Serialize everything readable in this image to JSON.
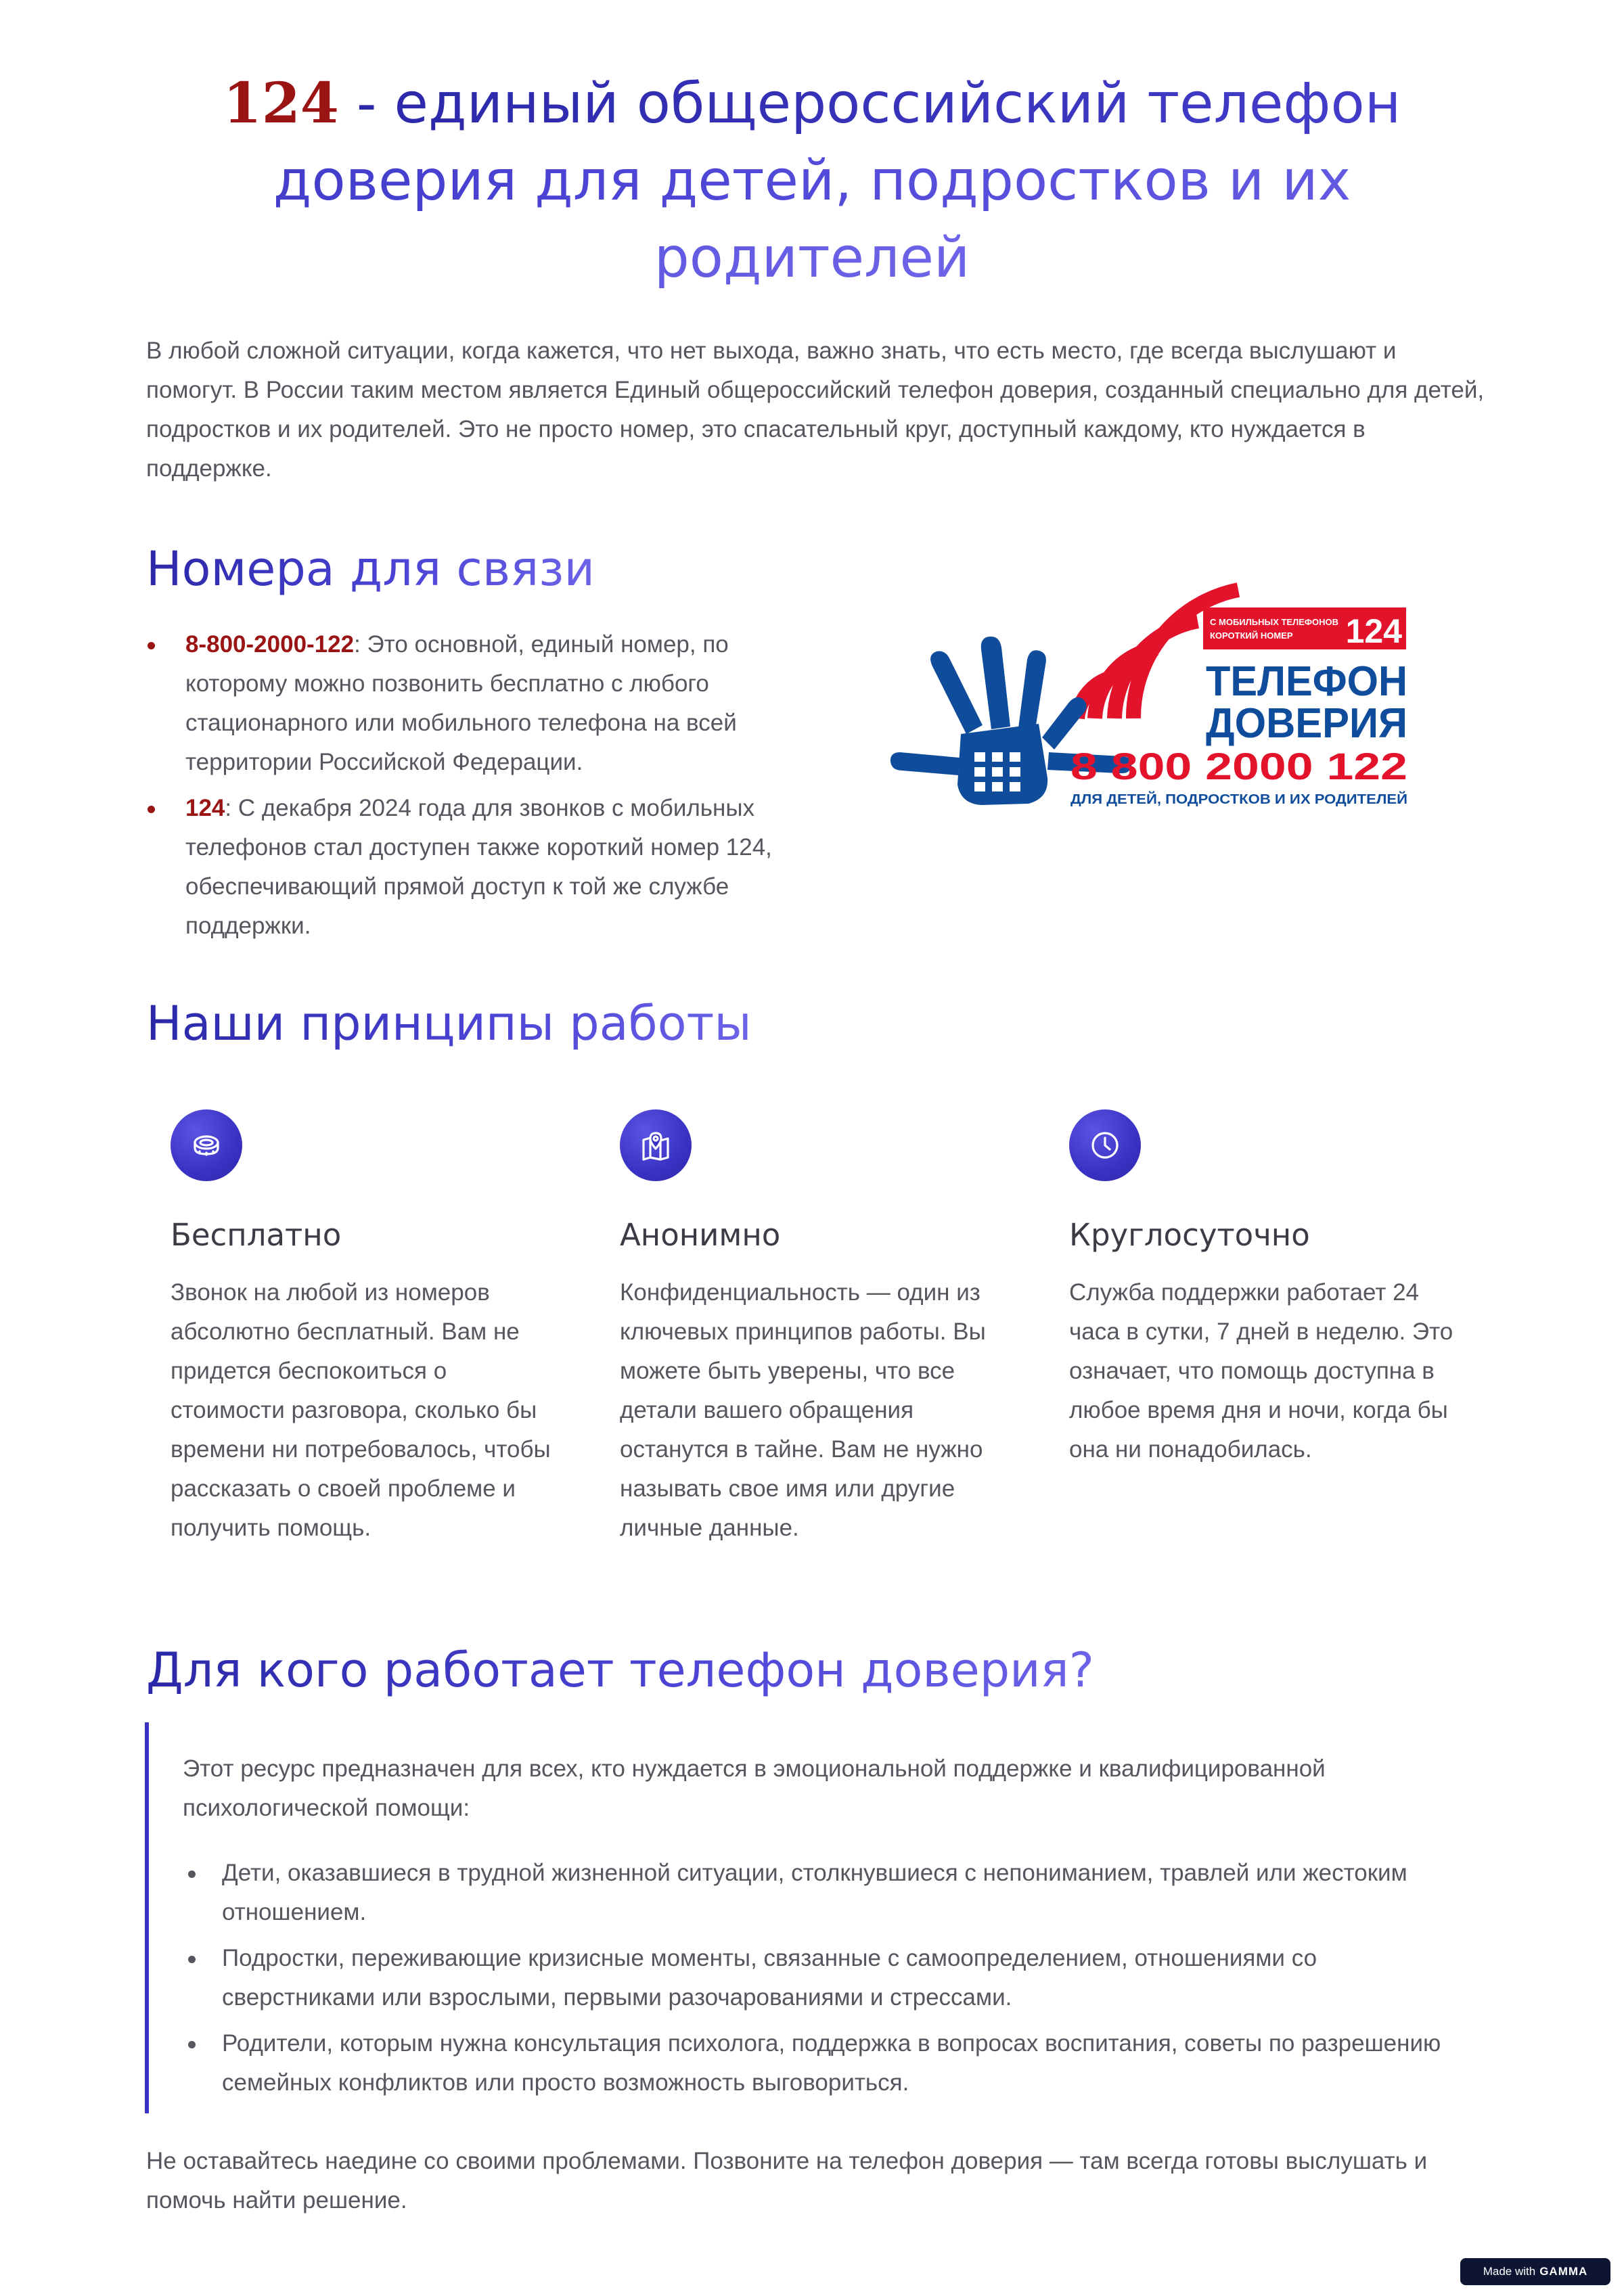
{
  "header": {
    "title_number": "124",
    "title_rest": " - единый общероссийский телефон доверия для детей, подростков и их родителей"
  },
  "intro": "В любой сложной ситуации, когда кажется, что нет выхода, важно знать, что есть место, где всегда выслушают и помогут. В России таким местом является Единый общероссийский телефон доверия, созданный специально для детей, подростков и их родителей. Это не просто номер, это спасательный круг, доступный каждому, кто нуждается в поддержке.",
  "contacts": {
    "heading": "Номера для связи",
    "items": [
      {
        "number": "8-800-2000-122",
        "text": ": Это основной, единый номер, по которому можно позвонить бесплатно с любого стационарного или мобильного телефона на всей территории Российской Федерации."
      },
      {
        "number": "124",
        "text": ": С декабря 2024 года для звонков с мобильных телефонов стал доступен также короткий номер 124, обеспечивающий прямой доступ к той же службе поддержки."
      }
    ]
  },
  "logo": {
    "badge_line1": "С МОБИЛЬНЫХ ТЕЛЕФОНОВ",
    "badge_line2": "КОРОТКИЙ НОМЕР",
    "badge_number": "124",
    "line1": "ТЕЛЕФОН",
    "line2": "ДОВЕРИЯ",
    "phone": "8 800 2000 122",
    "tagline": "ДЛЯ ДЕТЕЙ, ПОДРОСТКОВ И ИХ РОДИТЕЛЕЙ",
    "colors": {
      "red": "#e3132b",
      "blue": "#0f4c9c"
    }
  },
  "principles": {
    "heading": "Наши принципы работы",
    "cards": [
      {
        "icon": "coin-icon",
        "title": "Бесплатно",
        "text": "Звонок на любой из номеров абсолютно бесплатный. Вам не придется беспокоиться о стоимости разговора, сколько бы времени ни потребовалось, чтобы рассказать о своей проблеме и получить помощь."
      },
      {
        "icon": "map-pin-icon",
        "title": "Анонимно",
        "text": "Конфиденциальность — один из ключевых принципов работы. Вы можете быть уверены, что все детали вашего обращения останутся в тайне. Вам не нужно называть свое имя или другие личные данные."
      },
      {
        "icon": "clock-icon",
        "title": "Круглосуточно",
        "text": "Служба поддержки работает 24 часа в сутки, 7 дней в неделю. Это означает, что помощь доступна в любое время дня и ночи, когда бы она ни понадобилась."
      }
    ]
  },
  "who": {
    "heading": "Для кого работает телефон доверия?",
    "intro": "Этот ресурс предназначен для всех, кто нуждается в эмоциональной поддержке и квалифицированной психологической помощи:",
    "items": [
      "Дети, оказавшиеся в трудной жизненной ситуации, столкнувшиеся с непониманием, травлей или жестоким отношением.",
      "Подростки, переживающие кризисные моменты, связанные с самоопределением, отношениями со сверстниками или взрослыми, первыми разочарованиями и стрессами.",
      "Родители, которым нужна консультация психолога, поддержка в вопросах воспитания, советы по разрешению семейных конфликтов или просто возможность выговориться."
    ]
  },
  "closing": "Не оставайтесь наедине со своими проблемами. Позвоните на телефон доверия — там всегда готовы выслушать и помочь найти решение.",
  "footer": {
    "made_with": "Made with",
    "brand": "GAMMA"
  },
  "colors": {
    "accent": "#3a32c4",
    "number_red": "#9b1414"
  }
}
